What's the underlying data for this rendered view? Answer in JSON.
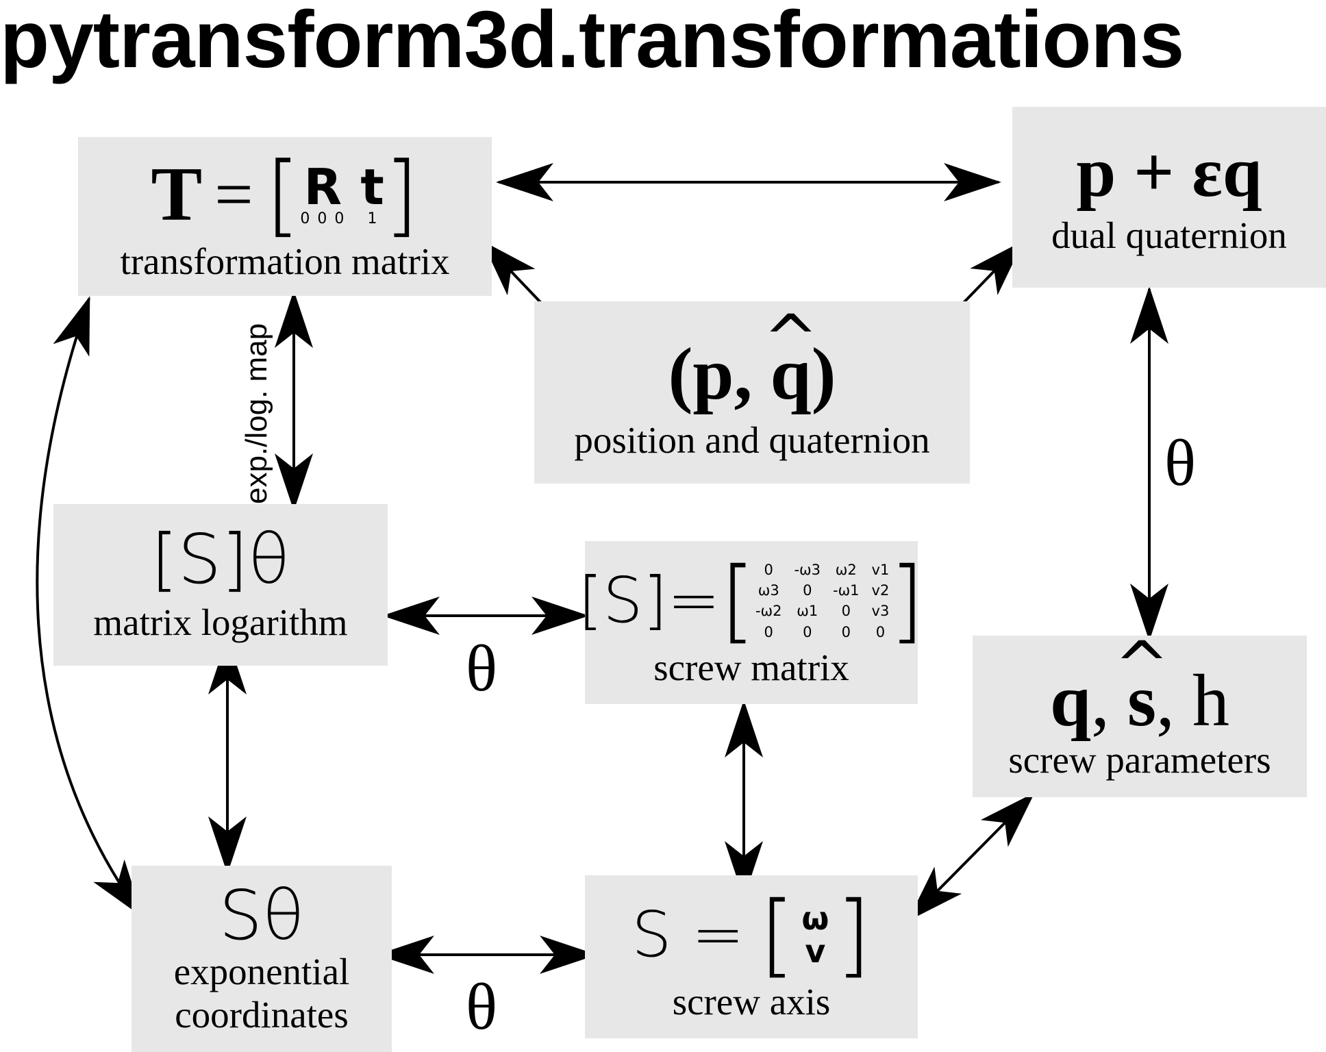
{
  "title": "pytransform3d.transformations",
  "nodes": {
    "transformation_matrix": {
      "symbol": "T",
      "equals": "=",
      "matrix_top": [
        "R",
        "t"
      ],
      "matrix_bottom": [
        "0 0 0",
        "1"
      ],
      "caption": "transformation matrix"
    },
    "dual_quaternion": {
      "formula": "p + εq",
      "caption": "dual quaternion"
    },
    "position_quaternion": {
      "open": "(",
      "p": "p",
      "comma": ",",
      "q": "q",
      "hat": "^",
      "close": ")",
      "caption": "position and quaternion"
    },
    "matrix_logarithm": {
      "formula": "[S]θ",
      "caption": "matrix logarithm"
    },
    "screw_matrix": {
      "lhs": "[S]=",
      "rows": [
        [
          "0",
          "-ω3",
          "ω2",
          "v1"
        ],
        [
          "ω3",
          "0",
          "-ω1",
          "v2"
        ],
        [
          "-ω2",
          "ω1",
          "0",
          "v3"
        ],
        [
          "0",
          "0",
          "0",
          "0"
        ]
      ],
      "caption": "screw matrix"
    },
    "screw_parameters": {
      "q": "q",
      "comma1": ",",
      "s": "s",
      "hat": "^",
      "comma2": ",",
      "h": "h",
      "caption": "screw parameters"
    },
    "exponential_coordinates": {
      "formula": "Sθ",
      "caption_line1": "exponential",
      "caption_line2": "coordinates"
    },
    "screw_axis": {
      "lhs": "S =",
      "vector": [
        "ω",
        "v"
      ],
      "caption": "screw axis"
    }
  },
  "edge_labels": {
    "exp_log": "exp./log. map",
    "theta_dual_screw": "θ",
    "theta_log_screwmatrix": "θ",
    "theta_exp_screwaxis": "θ"
  }
}
